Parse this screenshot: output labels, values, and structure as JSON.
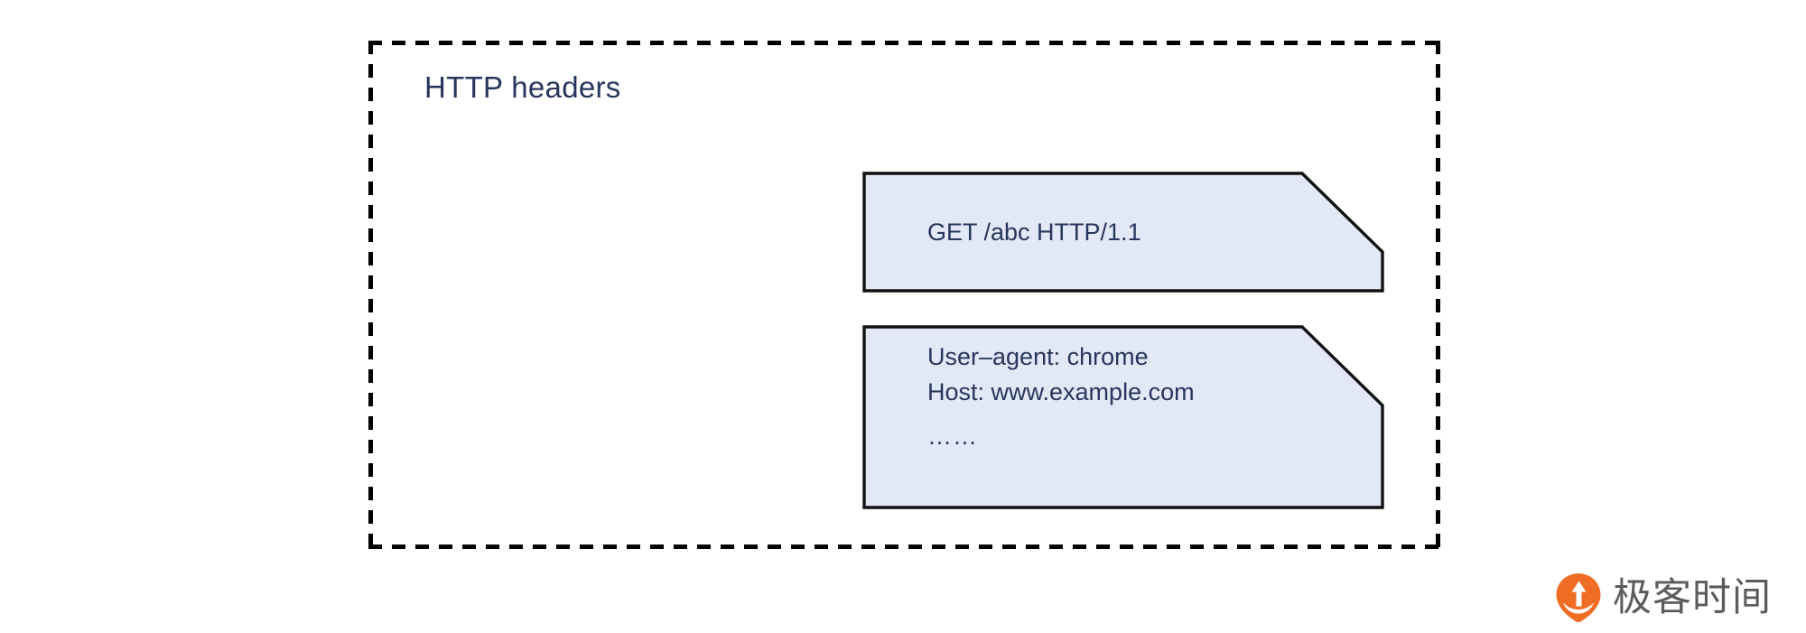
{
  "diagram": {
    "container": {
      "title": "HTTP headers",
      "border_style": "dashed",
      "border_color": "#000000"
    },
    "notes": [
      {
        "name": "request-line-note",
        "lines": [
          "GET /abc HTTP/1.1"
        ],
        "fill_color": "#e3e8f6",
        "border_color": "#111111",
        "text_color": "#27365c",
        "shape": "folded-corner-document"
      },
      {
        "name": "header-fields-note",
        "lines": [
          "User–agent: chrome",
          "Host: www.example.com",
          "……"
        ],
        "fill_color": "#e3e8f6",
        "border_color": "#111111",
        "text_color": "#27365c",
        "shape": "folded-corner-document"
      }
    ]
  },
  "brand": {
    "name": "极客时间",
    "mark_icon": "geektime-pin-icon",
    "mark_color": "#f06d25",
    "text_color": "#5b5b5b"
  }
}
